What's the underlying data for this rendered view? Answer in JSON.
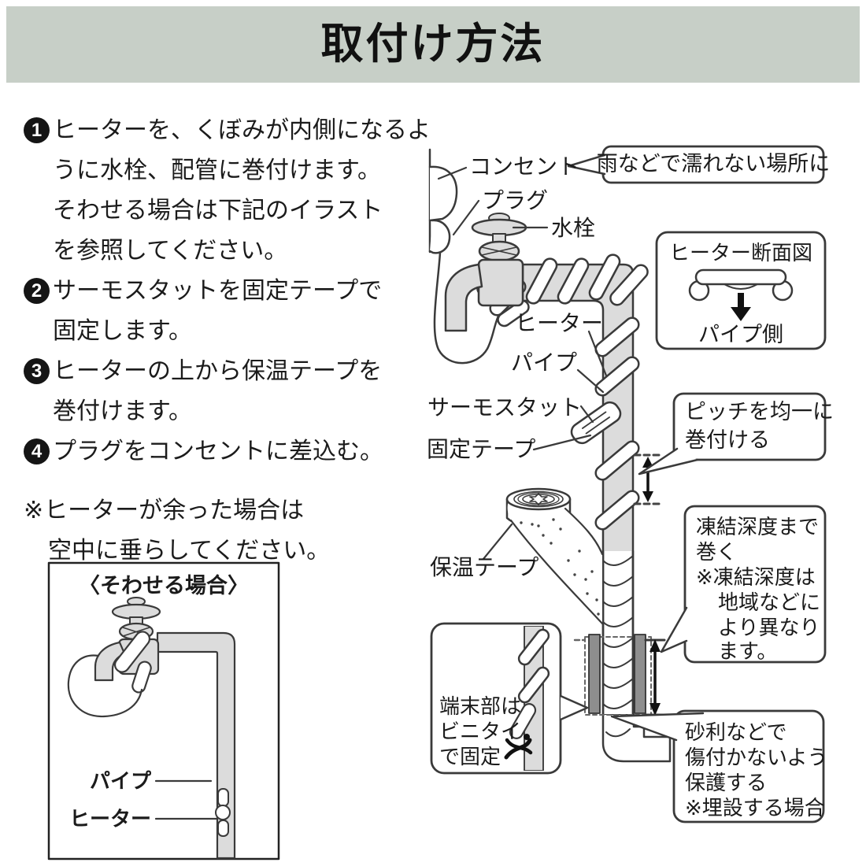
{
  "page_title": "取付け方法",
  "steps": [
    {
      "num": "1",
      "lines": [
        "ヒーターを、くぼみが内側になるよ",
        "うに水栓、配管に巻付けます。",
        "そわせる場合は下記のイラスト",
        "を参照してください。"
      ]
    },
    {
      "num": "2",
      "lines": [
        "サーモスタットを固定テープで",
        "固定します。"
      ]
    },
    {
      "num": "3",
      "lines": [
        "ヒーターの上から保温テープを",
        "巻付けます。"
      ]
    },
    {
      "num": "4",
      "lines": [
        "プラグをコンセントに差込む。"
      ]
    }
  ],
  "note": {
    "marker": "※",
    "lines": [
      "ヒーターが余った場合は",
      "空中に垂らしてください。"
    ]
  },
  "inset": {
    "title": "〈そわせる場合〉",
    "pipe_label": "パイプ",
    "heater_label": "ヒーター"
  },
  "diagram": {
    "outlet": "コンセント",
    "plug": "プラグ",
    "faucet": "水栓",
    "heater": "ヒーター",
    "pipe": "パイプ",
    "thermostat": "サーモスタット",
    "fixing_tape": "固定テープ",
    "insulation_tape": "保温テープ",
    "rain_note": "雨などで濡れない場所に",
    "cross_section": {
      "title": "ヒーター断面図",
      "caption": "パイプ側"
    },
    "pitch_note": {
      "lines": [
        "ピッチを均一に",
        "巻付ける"
      ]
    },
    "freeze_note": {
      "lines": [
        "凍結深度まで",
        "巻く",
        "※凍結深度は",
        "地域などに",
        "より異なり",
        "ます。"
      ]
    },
    "terminal_note": {
      "lines": [
        "端末部は",
        "ビニタイ",
        "で固定"
      ]
    },
    "gravel_note": {
      "lines": [
        "砂利などで",
        "傷付かないよう",
        "保護する",
        "※埋設する場合"
      ]
    }
  },
  "colors": {
    "banner_bg": "#c7cfc7",
    "line": "#3a3a3a",
    "pipe_fill": "#dcdcdc",
    "plate_fill": "#8e8e8e",
    "ink": "#1b1b1b"
  }
}
